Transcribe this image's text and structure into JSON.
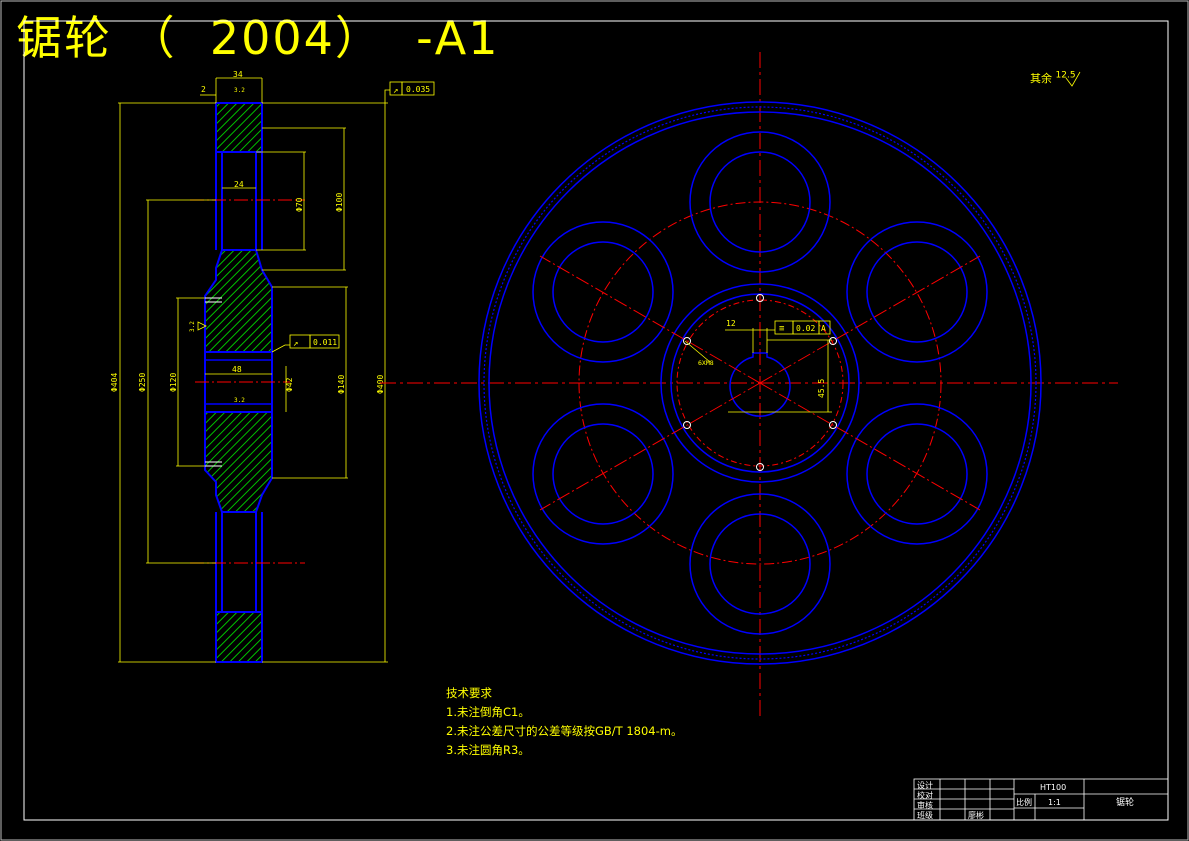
{
  "title": "锯轮 （  2004）  -A1",
  "roughness_note": {
    "label": "其余",
    "value": "12.5"
  },
  "tech_requirements": {
    "heading": "技术要求",
    "items": [
      "1.未注倒角C1。",
      "2.未注公差尺寸的公差等级按GB/T 1804-m。",
      "3.未注圆角R3。"
    ]
  },
  "section_view": {
    "dims": {
      "top_width": "34",
      "left_offset": "2",
      "inner_width": "24",
      "hub_width": "48",
      "d70": "Φ70",
      "d100": "Φ100",
      "d404": "Φ404",
      "d250": "Φ250",
      "d120": "Φ120",
      "d140": "Φ140",
      "d400": "Φ400",
      "d42": "Φ42",
      "roughness_top": "3.2",
      "roughness_left": "3.2",
      "roughness_hub": "3.2"
    },
    "tolerance_runout": "0.035",
    "tolerance_hub": "0.011"
  },
  "front_view": {
    "keyway_width": "12",
    "keyway_depth": "45.5",
    "symmetry_tol": "0.02",
    "datum": "A",
    "holes_label": "6XM8"
  },
  "title_block": {
    "rows_left": [
      "设计",
      "校对",
      "审核",
      "班级"
    ],
    "material": "HT100",
    "scale_label": "比例",
    "scale_value": "1:1",
    "part_name": "锯轮",
    "name_cell": "廖彬"
  }
}
